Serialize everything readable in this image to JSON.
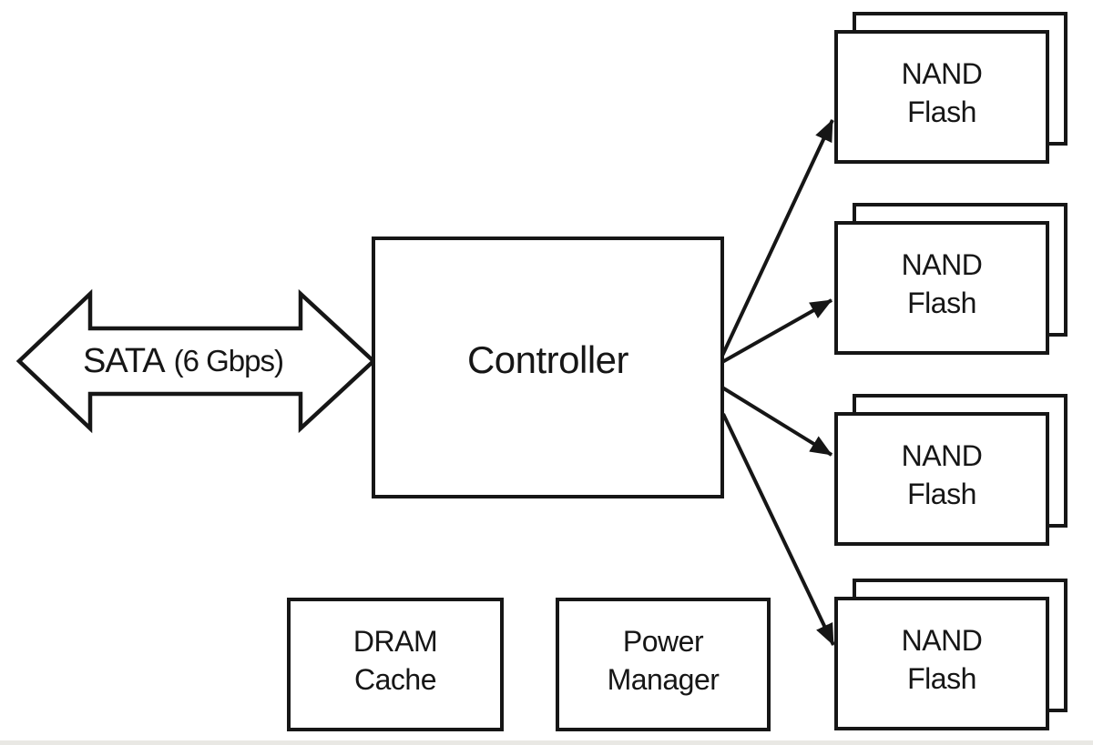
{
  "diagram": {
    "sata_link": {
      "label": "SATA",
      "speed": "(6 Gbps)"
    },
    "controller": {
      "label": "Controller"
    },
    "nand_groups": [
      {
        "line1": "NAND",
        "line2": "Flash"
      },
      {
        "line1": "NAND",
        "line2": "Flash"
      },
      {
        "line1": "NAND",
        "line2": "Flash"
      },
      {
        "line1": "NAND",
        "line2": "Flash"
      }
    ],
    "dram_cache": {
      "line1": "DRAM",
      "line2": "Cache"
    },
    "power_manager": {
      "line1": "Power",
      "line2": "Manager"
    },
    "colors": {
      "line": "#161616",
      "background": "#ffffff",
      "bottom_rule": "#e9e8e4"
    }
  }
}
